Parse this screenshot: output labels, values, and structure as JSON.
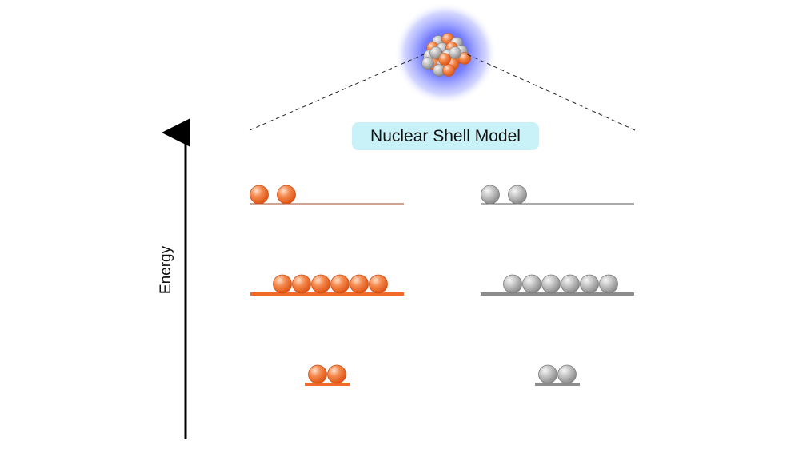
{
  "title": "Nuclear Shell Model",
  "axis_label": "Energy",
  "colors": {
    "proton": "#f06a2a",
    "proton_light": "#ffd7bf",
    "neutron": "#9a9a9a",
    "neutron_light": "#f2f2f2",
    "title_bg": "#c8f2f8",
    "glow": "#2b33ff"
  },
  "shells": [
    {
      "level": 1,
      "protons": 2,
      "neutrons": 2
    },
    {
      "level": 2,
      "protons": 6,
      "neutrons": 6
    },
    {
      "level": 3,
      "protons": 2,
      "neutrons": 2
    }
  ]
}
